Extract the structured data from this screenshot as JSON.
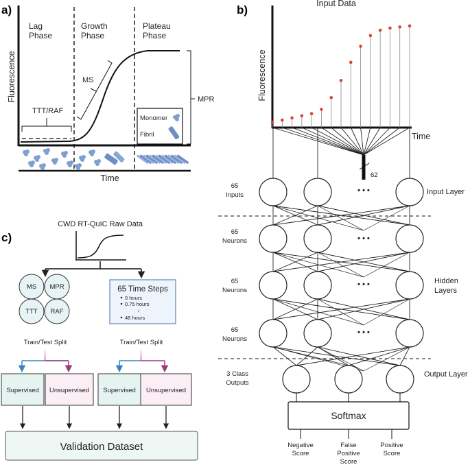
{
  "panel_a": {
    "label": "a)",
    "phases": [
      {
        "line1": "Lag",
        "line2": "Phase"
      },
      {
        "line1": "Growth",
        "line2": "Phase"
      },
      {
        "line1": "Plateau",
        "line2": "Phase"
      }
    ],
    "y_axis": "Fluorescence",
    "x_axis": "Time",
    "ttt_raf": "TTT/RAF",
    "ms": "MS",
    "mpr": "MPR",
    "legend": {
      "monomer": "Monomer",
      "fibril": "Fibril"
    }
  },
  "panel_b": {
    "label": "b)",
    "title": "Input Data",
    "y_axis": "Fluorescence",
    "x_axis": "Time",
    "bus_count": "62",
    "left_labels": [
      {
        "line1": "65",
        "line2": "Inputs"
      },
      {
        "line1": "65",
        "line2": "Neurons"
      },
      {
        "line1": "65",
        "line2": "Neurons"
      },
      {
        "line1": "65",
        "line2": "Neurons"
      },
      {
        "line1": "3 Class",
        "line2": "Outputs"
      }
    ],
    "right_labels": {
      "input_layer": "Input Layer",
      "hidden_line1": "Hidden",
      "hidden_line2": "Layers",
      "output_layer": "Output Layer"
    },
    "ellipsis": "• • •",
    "softmax": "Softmax",
    "outputs": [
      {
        "lines": [
          "Negative",
          "Score"
        ]
      },
      {
        "lines": [
          "False",
          "Positive",
          "Score"
        ]
      },
      {
        "lines": [
          "Positive",
          "Score"
        ]
      }
    ]
  },
  "panel_c": {
    "label": "c)",
    "title": "CWD RT-QuIC Raw Data",
    "metrics": [
      "MS",
      "MPR",
      "TTT",
      "RAF"
    ],
    "timesteps": {
      "title": "65 Time Steps",
      "items": [
        "0 hours",
        "0.75 hours",
        "48 hours"
      ],
      "arrow": "↓"
    },
    "split_label": "Train/Test Split",
    "supervised": "Supervised",
    "unsupervised": "Unsupervised",
    "validation": "Validation Dataset"
  },
  "colors": {
    "blue_arrow": "#3b82c4",
    "purple_arrow": "#9b3a78",
    "supervised_fill": "#e6f4f1",
    "unsupervised_fill": "#fbeef5",
    "timesteps_fill": "#eef4fb",
    "metric_fill": "#e8f3f5",
    "validation_fill": "#eef7f3",
    "datapoint": "#d9443a",
    "aggregate_blue": "#7f9fd0"
  },
  "chart_data": {
    "type": "scatter",
    "title": "Input Data",
    "xlabel": "Time",
    "ylabel": "Fluorescence",
    "values": [
      0.05,
      0.07,
      0.09,
      0.11,
      0.13,
      0.17,
      0.28,
      0.44,
      0.61,
      0.76,
      0.86,
      0.91,
      0.93,
      0.94,
      0.95
    ]
  }
}
